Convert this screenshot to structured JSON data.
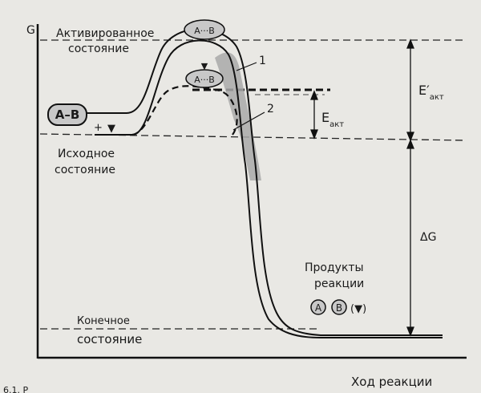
{
  "diagram": {
    "y_axis_label": "G",
    "x_axis_label": "Ход реакции",
    "activated_state": {
      "line1": "Активированное",
      "line2": "состояние"
    },
    "initial_state": {
      "line1": "Исходное",
      "line2": "состояние"
    },
    "final_state": {
      "line1": "Конечное",
      "line2": "состояние"
    },
    "products": {
      "line1": "Продукты",
      "line2": "реакции"
    },
    "curve1_label": "1",
    "curve2_label": "2",
    "e_act_uncatalyzed": {
      "main": "E′",
      "sub": "акт"
    },
    "e_act_catalyzed": {
      "main": "E",
      "sub": "акт"
    },
    "delta_g": "ΔG",
    "reactant_complex": "A–B",
    "enzyme_symbol": "▼",
    "plus": "+",
    "top_complex": "A···B",
    "mid_complex": "A···B",
    "product_a": "A",
    "product_b": "B",
    "product_enzyme": "(▼)",
    "figure_caption": "6.1. Р"
  }
}
